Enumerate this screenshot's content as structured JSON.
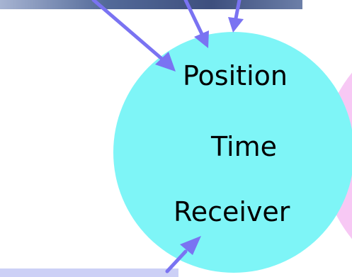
{
  "labels": {
    "position": "Position",
    "time": "Time",
    "receiver": "Receiver"
  },
  "colors": {
    "main_circle": "#7EF5F7",
    "pink_circle": "#F7C8F4",
    "arrow": "#7A73F2",
    "top_image_band": "#4A5E8E",
    "bottom_box": "#CCD0F6"
  }
}
